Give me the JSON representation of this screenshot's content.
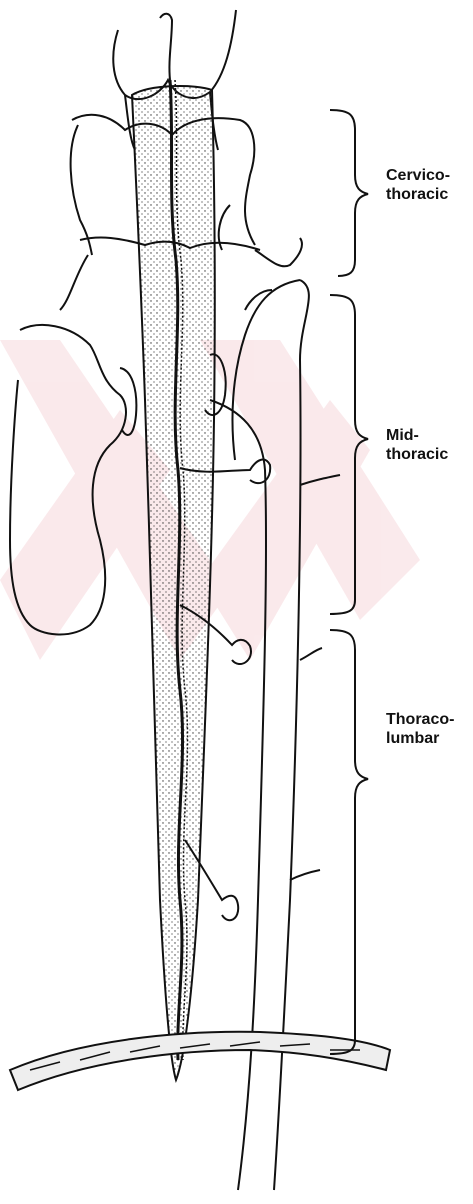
{
  "regions": [
    {
      "id": "cervicothoracic",
      "lines": [
        "Cervico-",
        "thoracic"
      ]
    },
    {
      "id": "midthoracic",
      "lines": [
        "Mid-",
        "thoracic"
      ]
    },
    {
      "id": "thoracolumbar",
      "lines": [
        "Thoraco-",
        "lumbar"
      ]
    }
  ],
  "colors": {
    "ink": "#111111",
    "watermark": "#f6d8dc",
    "stipple": "#333333"
  }
}
